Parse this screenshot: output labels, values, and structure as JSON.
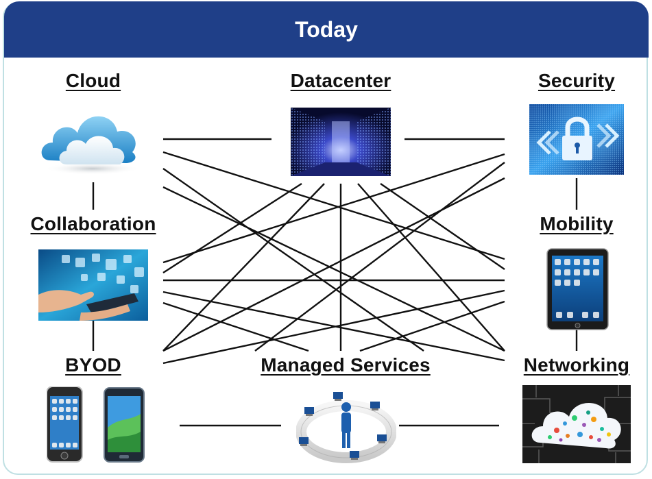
{
  "title": "Today",
  "nodes": {
    "cloud": "Cloud",
    "datacenter": "Datacenter",
    "security": "Security",
    "collaboration": "Collaboration",
    "mobility": "Mobility",
    "byod": "BYOD",
    "managed_services": "Managed Services",
    "networking": "Networking"
  },
  "colors": {
    "header": "#1f3f88",
    "border": "#bfe0e3",
    "line": "#111111"
  },
  "icons": {
    "cloud": "cloud-icon",
    "datacenter": "server-racks-icon",
    "security": "padlock-icon",
    "collaboration": "touch-screen-icon",
    "mobility": "tablet-icon",
    "byod": "smartphones-icon",
    "managed_services": "network-users-icon",
    "networking": "network-cloud-icon"
  }
}
